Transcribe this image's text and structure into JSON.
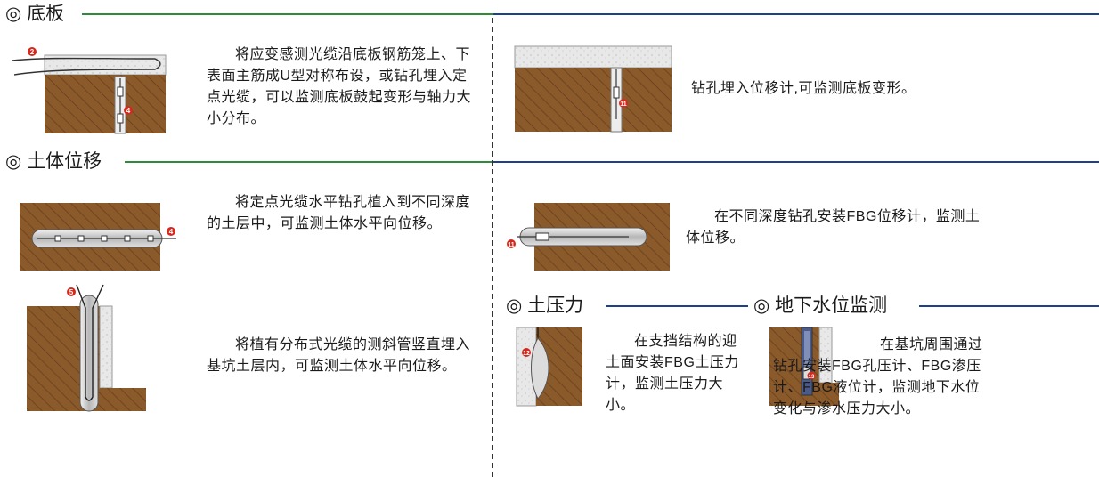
{
  "sections": {
    "floor": "◎ 底板",
    "soil_disp": "◎ 土体位移",
    "earth_pressure": "◎ 土压力",
    "groundwater": "◎ 地下水位监测"
  },
  "texts": {
    "floor_cable": "将应变感测光缆沿底板钢筋笼上、下表面主筋成U型对称布设，或钻孔埋入定点光缆，可以监测底板鼓起变形与轴力大小分布。",
    "floor_meter": "钻孔埋入位移计,可监测底板变形。",
    "soil_fixed": "将定点光缆水平钻孔植入到不同深度的土层中，可监测土体水平向位移。",
    "soil_fbg": "在不同深度钻孔安装FBG位移计，监测土体位移。",
    "soil_incl": "将植有分布式光缆的测斜管竖直埋入基坑土层内，可监测土体水平向位移。",
    "pressure": "在支挡结构的迎土面安装FBG土压力计，监测土压力大小。",
    "water": "在基坑周围通过钻孔安装FBG孔压计、FBG渗压计、FBG液位计，监测地下水位变化与渗水压力大小。"
  },
  "markers": [
    "2",
    "4",
    "11",
    "4",
    "11",
    "5",
    "12",
    "13"
  ],
  "colors": {
    "green_line": "#2e8b3a",
    "blue_line": "#1f3f8c",
    "soil": "#8b5a2b",
    "concrete": "#e6e6e6",
    "marker": "#d42a1e"
  }
}
